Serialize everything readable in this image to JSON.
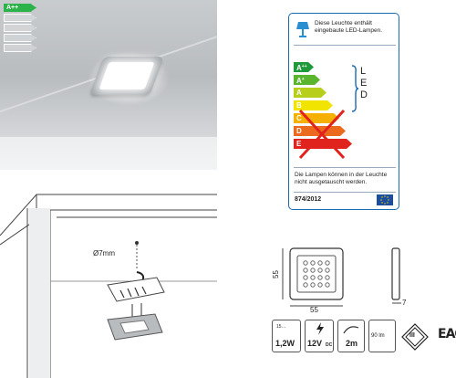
{
  "photo": {
    "mini_label_class": "A++",
    "mini_label_bars": 5
  },
  "energy_label": {
    "note_top": "Diese Leuchte enthält eingebaute LED-Lampen.",
    "classes": [
      {
        "letter": "A",
        "sup": "++",
        "color": "#1e9a3a"
      },
      {
        "letter": "A",
        "sup": "+",
        "color": "#58b52d"
      },
      {
        "letter": "A",
        "sup": "",
        "color": "#b7cf1a"
      },
      {
        "letter": "B",
        "sup": "",
        "color": "#f1e400"
      },
      {
        "letter": "C",
        "sup": "",
        "color": "#f6b100"
      },
      {
        "letter": "D",
        "sup": "",
        "color": "#ec6a1d"
      },
      {
        "letter": "E",
        "sup": "",
        "color": "#e0231c"
      }
    ],
    "led_letters": [
      "L",
      "E",
      "D"
    ],
    "note_bottom": "Die Lampen können in der Leuchte nicht ausgetauscht werden.",
    "regulation": "874/2012",
    "colors": {
      "border": "#1a6ab0",
      "cross": "#e0231c",
      "lamp": "#2a8fd0"
    }
  },
  "installation": {
    "hole_label": "Ø7mm"
  },
  "dimensions": {
    "height": "55",
    "width": "55",
    "depth": "7"
  },
  "icons": {
    "power": "1,2W",
    "power_header": "15…",
    "voltage": "12V",
    "voltage_suffix": "DC",
    "cable": "2m",
    "led_temp": "90 lm",
    "protection_class": "III",
    "certification": "EAC"
  }
}
